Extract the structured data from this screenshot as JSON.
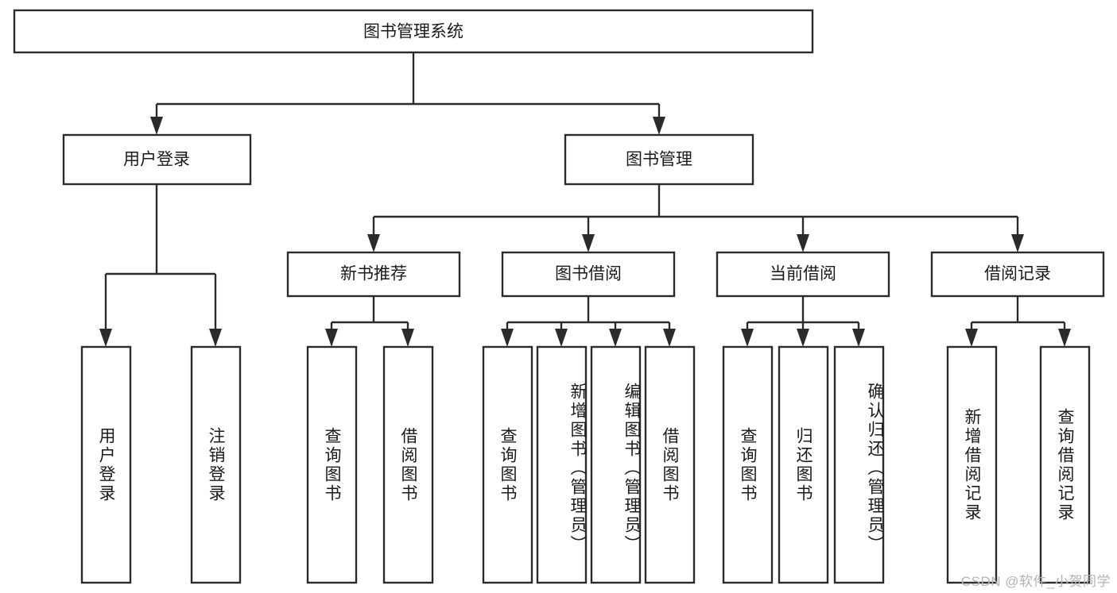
{
  "diagram": {
    "type": "tree-hierarchy-chart",
    "title": "图书管理系统",
    "root": {
      "label": "图书管理系统"
    },
    "level2": [
      {
        "label": "用户登录"
      },
      {
        "label": "图书管理"
      }
    ],
    "level3": [
      {
        "label": "新书推荐"
      },
      {
        "label": "图书借阅"
      },
      {
        "label": "当前借阅"
      },
      {
        "label": "借阅记录"
      }
    ],
    "groups": [
      {
        "parent": "用户登录",
        "leaves": [
          {
            "label": "用户登录"
          },
          {
            "label": "注销登录"
          }
        ]
      },
      {
        "parent": "新书推荐",
        "leaves": [
          {
            "label": "查询图书"
          },
          {
            "label": "借阅图书"
          }
        ]
      },
      {
        "parent": "图书借阅",
        "leaves": [
          {
            "label": "查询图书"
          },
          {
            "label": "新增图书（管理员）"
          },
          {
            "label": "编辑图书（管理员）"
          },
          {
            "label": "借阅图书"
          }
        ]
      },
      {
        "parent": "当前借阅",
        "leaves": [
          {
            "label": "查询图书"
          },
          {
            "label": "归还图书"
          },
          {
            "label": "确认归还（管理员）"
          }
        ]
      },
      {
        "parent": "借阅记录",
        "leaves": [
          {
            "label": "新增借阅记录"
          },
          {
            "label": "查询借阅记录"
          }
        ]
      }
    ],
    "watermark": "CSDN @软件_小贺同学",
    "colors": {
      "stroke": "#2b2b2b",
      "fill": "#ffffff",
      "text": "#1a1a1a",
      "watermark": "#b4b4b4",
      "background": "#ffffff"
    }
  }
}
